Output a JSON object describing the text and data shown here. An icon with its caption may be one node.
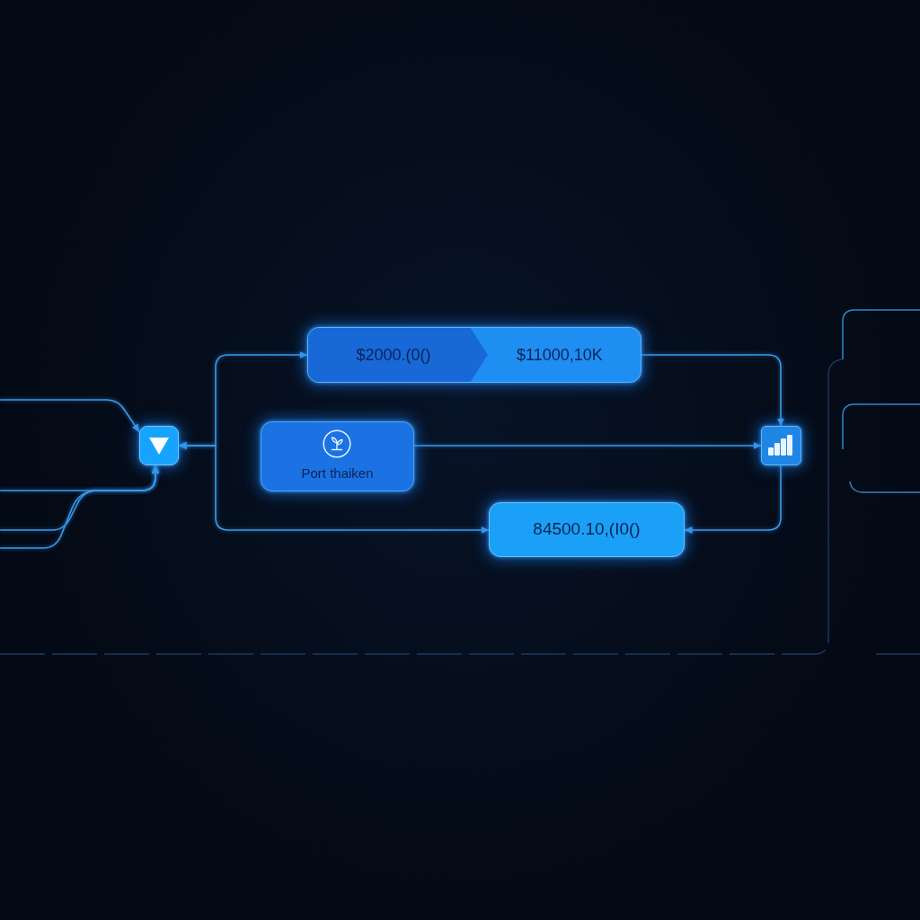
{
  "diagram": {
    "nodes": [
      {
        "text": [],
        "shape": "box"
      },
      {
        "text": [
          "$2000.(0()",
          "$11000,10K"
        ]
      },
      {
        "text": [
          "Port thaiken"
        ]
      },
      {
        "text": [],
        "shape": "box"
      },
      {
        "text": [
          "84500.10,(I0()"
        ]
      }
    ],
    "edges": [
      {
        "from": null,
        "to": 0,
        "arrow": "to"
      },
      {
        "from": null,
        "to": 0,
        "arrow": "to"
      },
      {
        "from": null,
        "to": 0,
        "arrow": "to"
      },
      {
        "from": null,
        "to": 0,
        "arrow": "to"
      },
      {
        "from": 0,
        "to": 1,
        "arrow": "both"
      },
      {
        "from": 0,
        "to": 4,
        "arrow": "both"
      },
      {
        "from": 1,
        "to": 3,
        "arrow": "to"
      },
      {
        "from": 2,
        "to": 3,
        "arrow": "to"
      },
      {
        "from": 3,
        "to": 4,
        "arrow": "to"
      }
    ]
  }
}
